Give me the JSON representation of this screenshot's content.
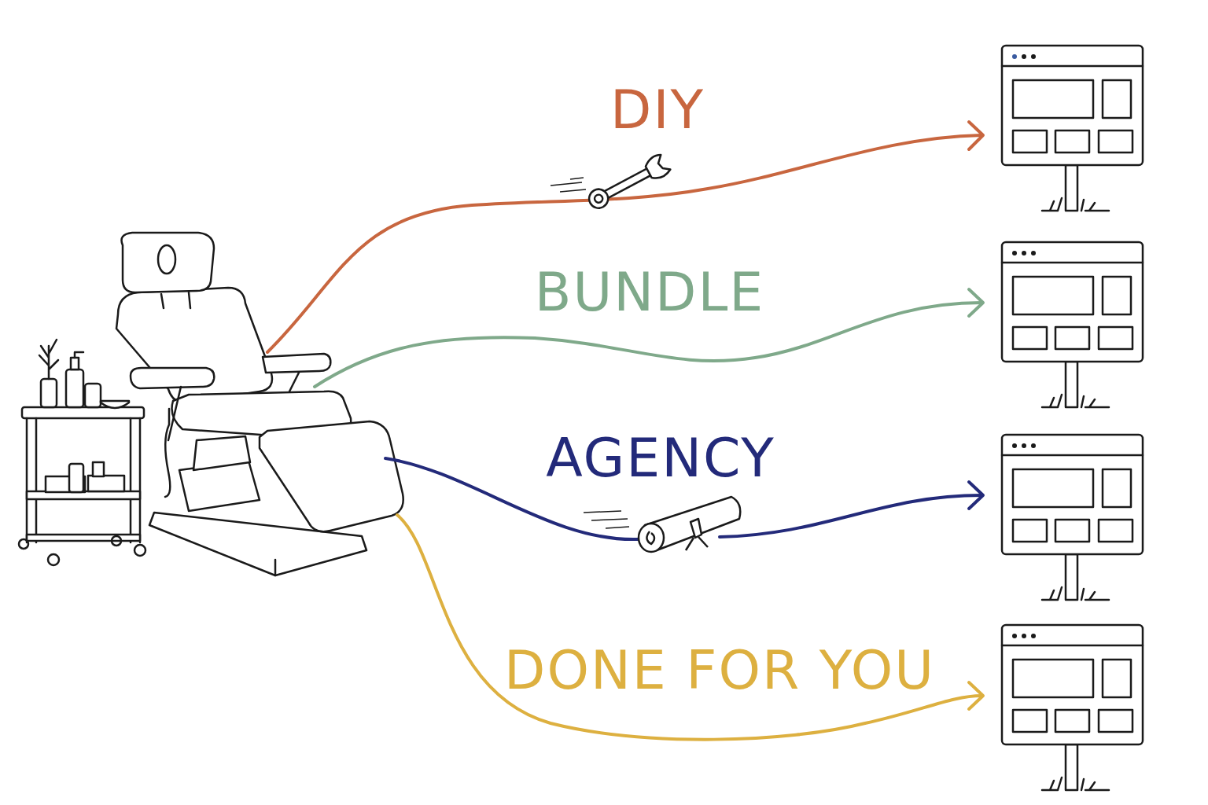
{
  "diagram": {
    "labels": [
      "DIY",
      "BUNDLE",
      "AGENCY",
      "DONE FOR YOU"
    ]
  }
}
